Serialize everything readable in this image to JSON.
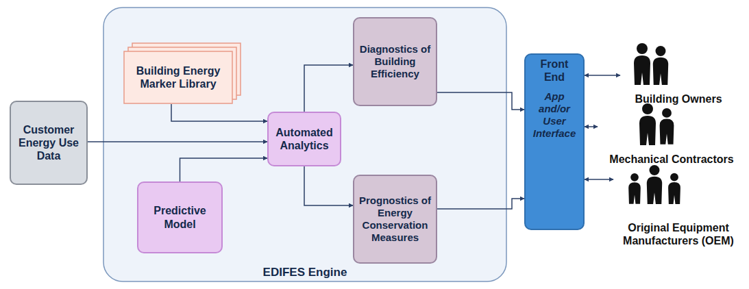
{
  "diagram": {
    "nodes": [
      {
        "text": [
          "Customer Energy Use Data"
        ]
      },
      {
        "text": [
          "EDIFES Engine"
        ]
      },
      {
        "text": [
          "Building Energy Marker Library"
        ],
        "in": 1
      },
      {
        "text": [
          "Predictive Model"
        ],
        "in": 1
      },
      {
        "text": [
          "Automated Analytics"
        ],
        "in": 1
      },
      {
        "text": [
          "Diagnostics of Building Efficiency"
        ],
        "in": 1
      },
      {
        "text": [
          "Prognostics of Energy Conservation Measures"
        ],
        "in": 1
      },
      {
        "text": [
          "Front End",
          "App and/or User Interface"
        ]
      },
      {
        "text": [
          "Building Owners"
        ]
      },
      {
        "text": [
          "Mechanical Contractors"
        ]
      },
      {
        "text": [
          "Original Equipment Manufacturers (OEM)"
        ]
      }
    ],
    "edges": [
      {
        "from": 0,
        "to": 4,
        "arrow": "to"
      },
      {
        "from": 2,
        "to": 4,
        "arrow": "to"
      },
      {
        "from": 3,
        "to": 4,
        "arrow": "to"
      },
      {
        "from": 4,
        "to": 5,
        "arrow": "to"
      },
      {
        "from": 4,
        "to": 6,
        "arrow": "to"
      },
      {
        "from": 5,
        "to": 7,
        "arrow": "to"
      },
      {
        "from": 6,
        "to": 7,
        "arrow": "to"
      },
      {
        "from": 7,
        "to": 8,
        "arrow": "both"
      },
      {
        "from": 7,
        "to": 9,
        "arrow": "both"
      },
      {
        "from": 7,
        "to": 10,
        "arrow": "both"
      }
    ]
  }
}
